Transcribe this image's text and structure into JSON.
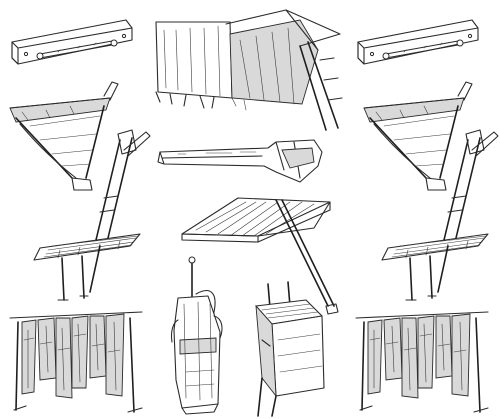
{
  "sheet": {
    "kind": "pencil sketch sheet of camp-craft furniture",
    "background_color": "#ffffff",
    "ink_color": "#2b2b2b",
    "shade_color": "#d9d9d9"
  },
  "sketches": [
    {
      "name": "slotted-board-icon",
      "position": "top-left"
    },
    {
      "name": "lean-to-tarp-shelter-icon",
      "position": "top-center"
    },
    {
      "name": "slotted-board-icon",
      "position": "top-right"
    },
    {
      "name": "triangle-bracket-shelf-icon",
      "position": "middle-left"
    },
    {
      "name": "folding-knife-icon",
      "position": "middle-center"
    },
    {
      "name": "triangle-bracket-shelf-icon",
      "position": "middle-right"
    },
    {
      "name": "slat-seat-chair-icon",
      "position": "lower-left"
    },
    {
      "name": "wall-mounted-slat-shelf-icon",
      "position": "lower-center"
    },
    {
      "name": "slat-seat-chair-icon",
      "position": "lower-right"
    },
    {
      "name": "clothes-drying-rack-icon",
      "position": "bottom-left"
    },
    {
      "name": "hanging-water-bag-icon",
      "position": "bottom-center-left"
    },
    {
      "name": "camp-washstand-box-icon",
      "position": "bottom-center-right"
    },
    {
      "name": "clothes-drying-rack-icon",
      "position": "bottom-right"
    }
  ]
}
